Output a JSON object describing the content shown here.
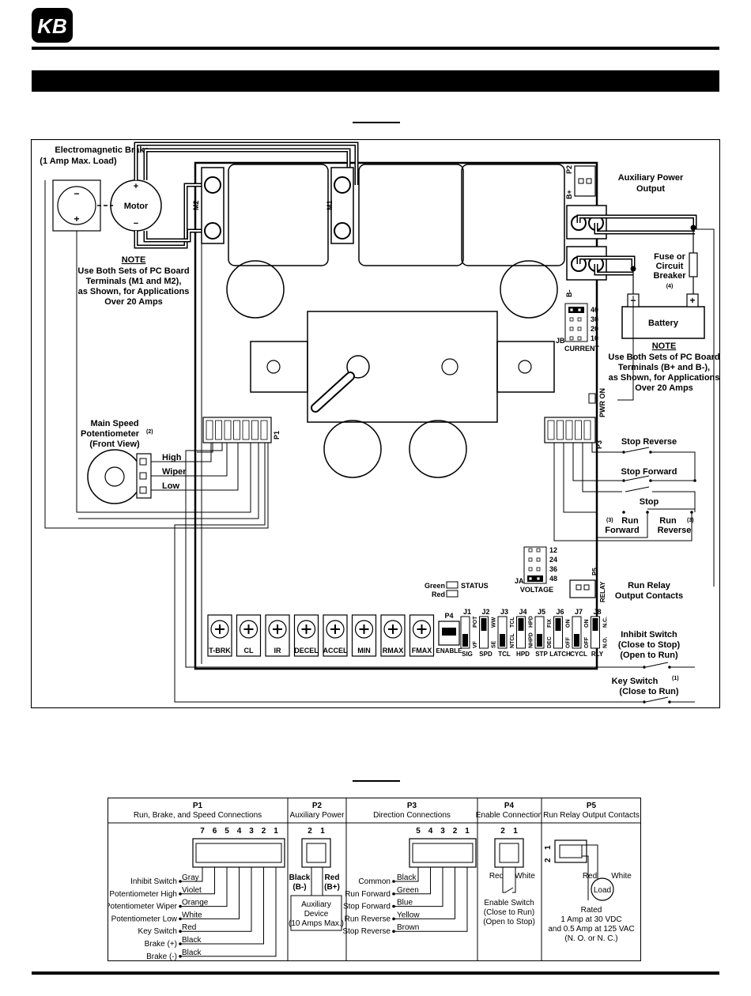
{
  "header": {
    "logo_text": "KB"
  },
  "wiring": {
    "brake_title": "Electromagnetic Brake",
    "brake_sub": "(1 Amp Max. Load)",
    "minus": "−",
    "plus": "+",
    "motor": "Motor",
    "note": "NOTE",
    "m_note": [
      "Use Both Sets of PC Board",
      "Terminals (M1 and M2),",
      "as Shown, for Applications",
      "Over 20 Amps"
    ],
    "m1": "M1",
    "m2": "M2",
    "p2": "P2",
    "bplus": "B+",
    "bminus": "B-",
    "aux_power": [
      "Auxiliary Power",
      "Output"
    ],
    "fuse": [
      "Fuse or",
      "Circuit",
      "Breaker"
    ],
    "fuse_ref": "(4)",
    "battery": "Battery",
    "b_note": [
      "Use Both Sets of PC Board",
      "Terminals (B+ and B-),",
      "as Shown, for Applications",
      "Over 20 Amps"
    ],
    "jb": "JB",
    "current": "CURRENT",
    "current_vals": [
      "40",
      "30",
      "20",
      "10"
    ],
    "pwr_on": "PWR ON",
    "p1": "P1",
    "p3": "P3",
    "pot_title": [
      "Main Speed",
      "Potentiometer",
      "(Front View)"
    ],
    "pot_ref": "(2)",
    "high": "High",
    "wiper": "Wiper",
    "low": "Low",
    "stop_reverse": "Stop Reverse",
    "stop_forward": "Stop Forward",
    "stop": "Stop",
    "run_forward": [
      "Run",
      "Forward"
    ],
    "run_reverse": [
      "Run",
      "Reverse"
    ],
    "ref3": "(3)",
    "ja": "JA",
    "voltage": "VOLTAGE",
    "voltage_vals": [
      "12",
      "24",
      "36",
      "48"
    ],
    "p5": "P5",
    "relay": "RELAY",
    "run_relay": [
      "Run Relay",
      "Output Contacts"
    ],
    "green": "Green",
    "red": "Red",
    "status": "STATUS",
    "trimpots": [
      "T-BRK",
      "CL",
      "IR",
      "DECEL",
      "ACCEL",
      "MIN",
      "RMAX",
      "FMAX"
    ],
    "p4": "P4",
    "enable": "ENABLE",
    "jumpers": [
      {
        "name": "J1",
        "top": [
          "POT"
        ],
        "bot": [
          "VF"
        ],
        "label": "SIG"
      },
      {
        "name": "J2",
        "top": [
          "WW"
        ],
        "bot": [
          "SE"
        ],
        "label": "SPD"
      },
      {
        "name": "J3",
        "top": [
          "TCL"
        ],
        "bot": [
          "NTCL"
        ],
        "label": "TCL"
      },
      {
        "name": "J4",
        "top": [
          "HPD"
        ],
        "bot": [
          "NHPD"
        ],
        "label": "HPD"
      },
      {
        "name": "J5",
        "top": [
          "FIX"
        ],
        "bot": [
          "DEC"
        ],
        "label": "STP"
      },
      {
        "name": "J6",
        "top": [
          "ON"
        ],
        "bot": [
          "OFF"
        ],
        "label": "LATCH"
      },
      {
        "name": "J7",
        "top": [
          "ON"
        ],
        "bot": [
          "OFF"
        ],
        "label": "CYCL"
      },
      {
        "name": "J8",
        "top": [
          "N.C."
        ],
        "bot": [
          "N.O."
        ],
        "label": "RLY"
      }
    ],
    "inhibit": [
      "Inhibit Switch",
      "(Close to Stop)",
      "(Open to Run)"
    ],
    "key_switch": "Key Switch",
    "key_ref": "(1)",
    "key_sub": "(Close to Run)"
  },
  "connectors": {
    "p1": {
      "title": "P1",
      "sub": "Run, Brake, and Speed Connections",
      "pins": [
        "7",
        "6",
        "5",
        "4",
        "3",
        "2",
        "1"
      ],
      "labels": [
        "Inhibit Switch",
        "Potentiometer High",
        "Potentiometer Wiper",
        "Potentiometer Low",
        "Key Switch",
        "Brake (+)",
        "Brake (-)"
      ],
      "colors": [
        "Gray",
        "Violet",
        "Orange",
        "White",
        "Red",
        "Black",
        "Black"
      ]
    },
    "p2": {
      "title": "P2",
      "sub": "Auxiliary Power",
      "pins": [
        "2",
        "1"
      ],
      "left": [
        "Black",
        "(B-)"
      ],
      "right": [
        "Red",
        "(B+)"
      ],
      "device": [
        "Auxiliary",
        "Device",
        "(10 Amps Max.)"
      ]
    },
    "p3": {
      "title": "P3",
      "sub": "Direction Connections",
      "pins": [
        "5",
        "4",
        "3",
        "2",
        "1"
      ],
      "labels": [
        "Common",
        "Run Forward",
        "Stop Forward",
        "Run Reverse",
        "Stop Reverse"
      ],
      "colors": [
        "Black",
        "Green",
        "Blue",
        "Yellow",
        "Brown"
      ]
    },
    "p4": {
      "title": "P4",
      "sub": "Enable Connection",
      "pins": [
        "2",
        "1"
      ],
      "left": "Red",
      "right": "White",
      "switch": [
        "Enable Switch",
        "(Close to Run)",
        "(Open to Stop)"
      ]
    },
    "p5": {
      "title": "P5",
      "sub": "Run Relay Output Contacts",
      "pins": [
        "2",
        "1"
      ],
      "left": "Red",
      "right": "White",
      "load": "Load",
      "rated": [
        "Rated",
        "1 Amp at 30 VDC",
        "and 0.5 Amp at 125 VAC",
        "(N. O. or N. C.)"
      ]
    }
  }
}
